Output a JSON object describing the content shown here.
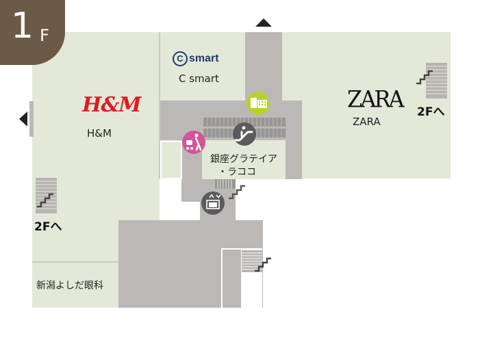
{
  "floor": {
    "number": "1",
    "letter": "F"
  },
  "shops": {
    "hm": {
      "logo": "H&M",
      "name": "H&M"
    },
    "csmart": {
      "logo_mark": "C",
      "logo_word": "smart",
      "name": "C smart"
    },
    "zara": {
      "logo": "ZARA",
      "name": "ZARA"
    },
    "ginza": {
      "name_line1": "銀座グラテイア",
      "name_line2": "・ラココ"
    },
    "clinic": {
      "name": "新潟よしだ眼科"
    }
  },
  "stairs": {
    "left_label": "2Fへ",
    "right_label": "2Fへ"
  },
  "icons": [
    "atm-icon",
    "escalator-icon",
    "baby-stroller-icon",
    "elevator-icon",
    "stairs-icon",
    "up-arrow-icon",
    "left-arrow-icon"
  ],
  "colors": {
    "floor": "#e3e8d8",
    "corridor": "#bcb8b6",
    "badge": "#6b5a45",
    "atm": "#b5d22c",
    "escalator": "#5b5b5b",
    "baby": "#d2559a"
  }
}
